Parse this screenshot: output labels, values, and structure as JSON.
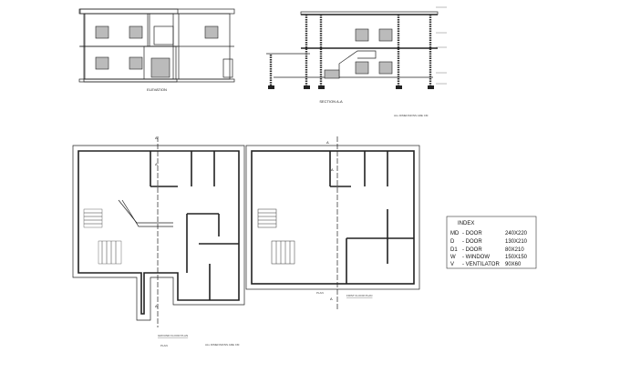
{
  "labels": {
    "elevation": "ELEVATION",
    "section": "SECTION A-A",
    "dims_top": "ALL DIMENSIONS ARE CM",
    "ground_plan_title": "GROUND FLOOR PLAN",
    "plan_ground": "PLAN",
    "dims_bottom": "ALL DIMENSIONS ARE CM",
    "plan_first": "PLAN",
    "first_plan_title": "FIRST FLOOR PLAN",
    "section_marker": "A"
  },
  "index": {
    "title": "INDEX",
    "rows": [
      {
        "code": "MD",
        "item": "- DOOR",
        "size": "240X220"
      },
      {
        "code": "D",
        "item": "- DOOR",
        "size": "130X210"
      },
      {
        "code": "D1",
        "item": "- DOOR",
        "size": "80X210"
      },
      {
        "code": "W",
        "item": "- WINDOW",
        "size": "150X150"
      },
      {
        "code": "V",
        "item": "- VENTILATOR",
        "size": "90X60"
      }
    ]
  }
}
